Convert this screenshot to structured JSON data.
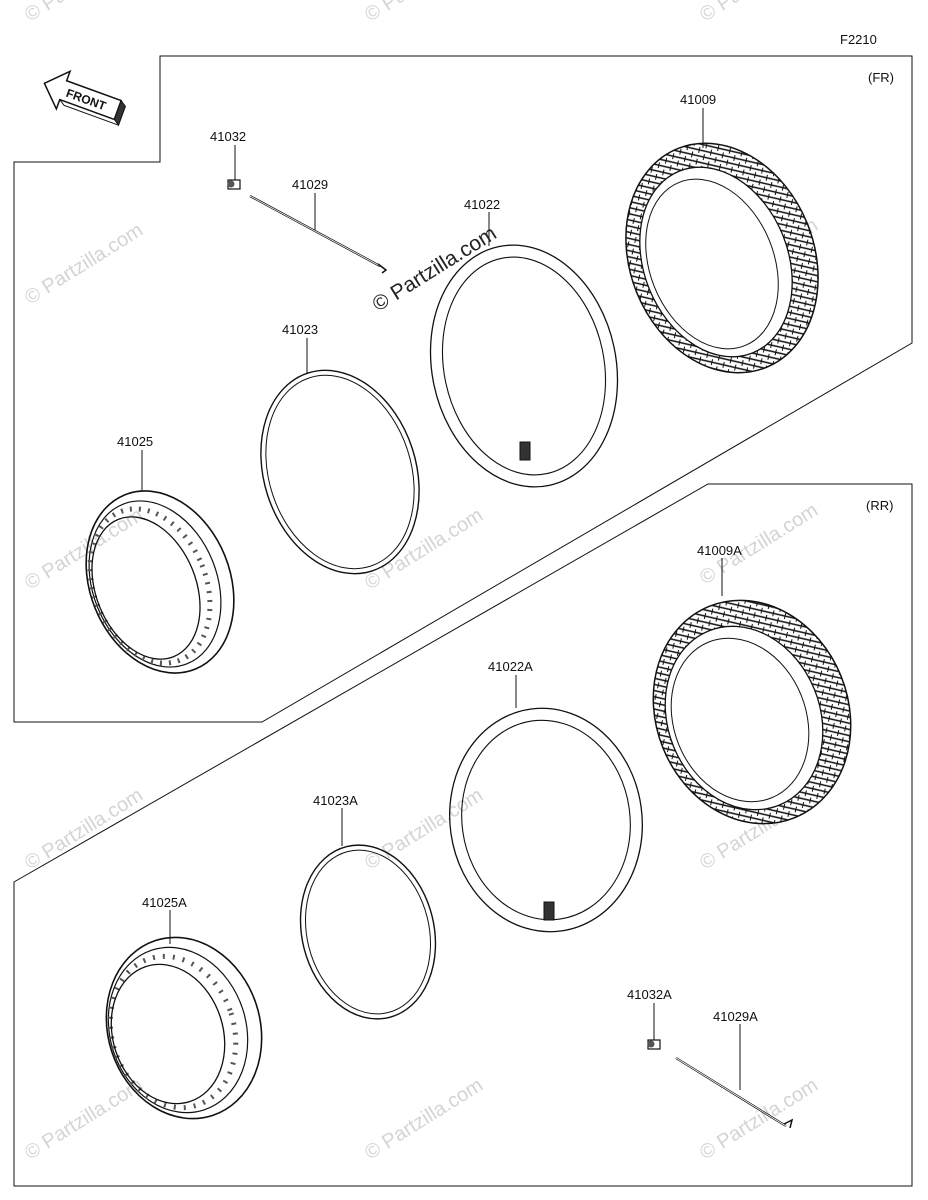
{
  "figure_code": "F2210",
  "section_labels": {
    "front": "(FR)",
    "rear": "(RR)"
  },
  "front_arrow_text": "FRONT",
  "watermark_main": "© Partzilla.com",
  "watermark_faint": "© Partzilla.com",
  "parts": {
    "tire_front": "41009",
    "valve_front": "41032",
    "spoke_front": "41029",
    "tube_front": "41022",
    "rim_band_front": "41023",
    "rim_front": "41025",
    "tire_rear": "41009A",
    "tube_rear": "41022A",
    "rim_band_rear": "41023A",
    "rim_rear": "41025A",
    "valve_rear": "41032A",
    "spoke_rear": "41029A"
  },
  "colors": {
    "line": "#111111",
    "watermark": "#d4d4d4"
  }
}
